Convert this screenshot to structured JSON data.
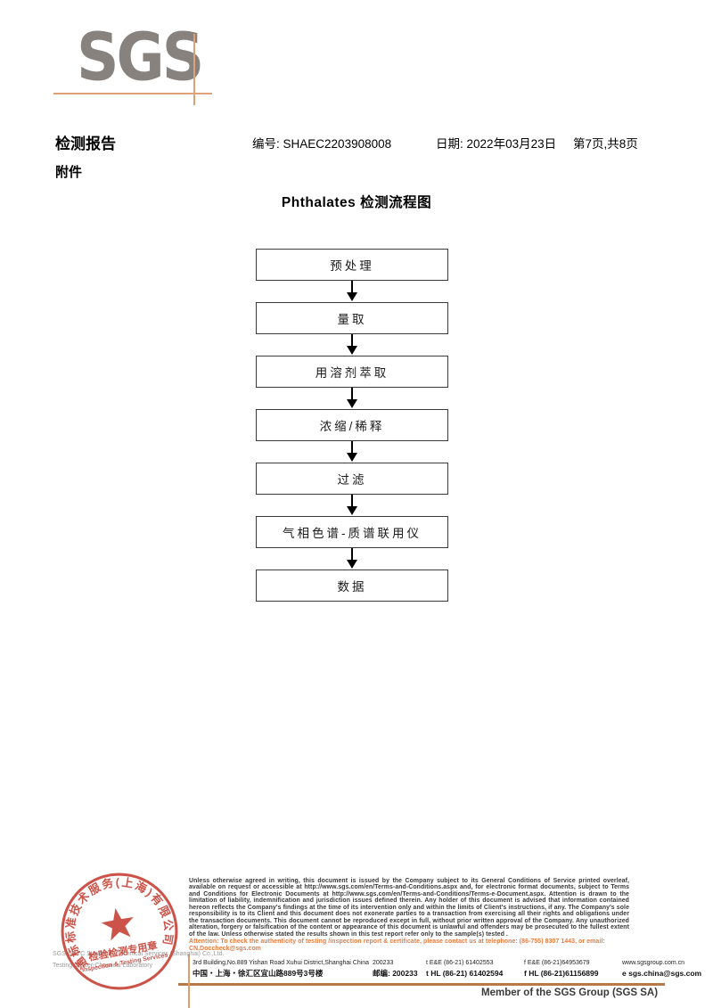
{
  "logo": {
    "text": "SGS"
  },
  "header": {
    "report_title": "检测报告",
    "no_label": "编号:",
    "no_value": "SHAEC2203908008",
    "date_label": "日期:",
    "date_value": "2022年03月23日",
    "page_info": "第7页,共8页",
    "attachment_label": "附件"
  },
  "flowchart": {
    "title": "Phthalates 检测流程图",
    "steps": [
      "预处理",
      "量取",
      "用溶剂萃取",
      "浓缩/稀释",
      "过滤",
      "气相色谱-质谱联用仪",
      "数据"
    ]
  },
  "stamp": {
    "ring_text": "通标标准技术服务(上海)有限公司",
    "inner_line1": "检验检测专用章",
    "inner_line2": "Inspection & Testing Services",
    "company_line1": "SGS-CSTC Standards Technical Services (Shanghai) Co.,Ltd.",
    "company_line2": "Testing Center-Chemical Laboratory"
  },
  "footer": {
    "legal_text": "Unless otherwise agreed in writing, this document is issued by the Company subject to its General Conditions of Service printed overleaf, available on request or accessible at http://www.sgs.com/en/Terms-and-Conditions.aspx and, for electronic format documents, subject to Terms and Conditions for Electronic Documents at http://www.sgs.com/en/Terms-and-Conditions/Terms-e-Document.aspx. Attention is drawn to the limitation of liability, indemnification and jurisdiction issues defined therein. Any holder of this document is advised that information contained hereon reflects the Company's findings at the time of its intervention only and within the limits of Client's instructions, if any. The Company's sole responsibility is to its Client and this document does not exonerate parties to a transaction from exercising all their rights and obligations under the transaction documents. This document cannot be reproduced except in full, without prior written approval of the Company. Any unauthorized alteration, forgery or falsification of the content or appearance of this document is unlawful and offenders may be prosecuted to the fullest extent of the law. Unless otherwise stated the results shown in this test report refer only to the sample(s) tested .",
    "attention_text": "Attention: To check the authenticity of testing /inspection report & certificate, please contact us at telephone: (86-755) 8307 1443, or email: CN.Doccheck@sgs.com",
    "address_en": "3rd Building,No.889 Yishan Road Xuhui District,Shanghai China",
    "postcode_en": "200233",
    "tel_en": "t E&E (86-21) 61402553",
    "fax_en": "f E&E (86-21)64953679",
    "website": "www.sgsgroup.com.cn",
    "address_cn": "中国・上海・徐汇区宜山路889号3号楼",
    "postcode_cn": "邮编: 200233",
    "tel_cn": "t HL (86-21) 61402594",
    "fax_cn": "f HL (86-21)61156899",
    "email": "e  sgs.china@sgs.com",
    "member_line": "Member of the SGS Group (SGS SA)"
  },
  "colors": {
    "logo_gray": "#87827e",
    "accent_orange": "#dda276",
    "rule_brown": "#b5794a",
    "seal_red": "#c63c30",
    "attention_orange": "#e87a3c"
  }
}
